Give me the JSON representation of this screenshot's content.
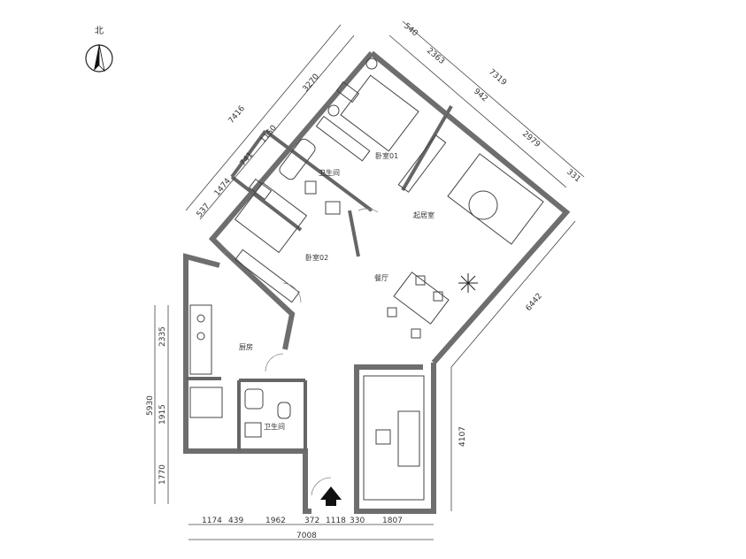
{
  "compass": {
    "label": "北"
  },
  "rooms": {
    "bedroom01": "卧室01",
    "bedroom02": "卧室02",
    "bathroom_upper": "卫生间",
    "bathroom_lower": "卫生间",
    "living": "起居室",
    "dining": "餐厅",
    "kitchen": "厨房"
  },
  "dimensions": {
    "top_right": [
      "540",
      "2363",
      "942",
      "7319",
      "2979",
      "331"
    ],
    "top_left": [
      "537",
      "1474",
      "741",
      "1150",
      "7416",
      "3270"
    ],
    "left": [
      "2335",
      "5930",
      "1915",
      "1770"
    ],
    "bottom": [
      "1174",
      "439",
      "1962",
      "372",
      "1118",
      "330",
      "1807"
    ],
    "bottom_total": "7008",
    "right_lower": "4107",
    "right_diag": "6442"
  },
  "colors": {
    "wall": "#6e6e6e",
    "line": "#444444"
  }
}
